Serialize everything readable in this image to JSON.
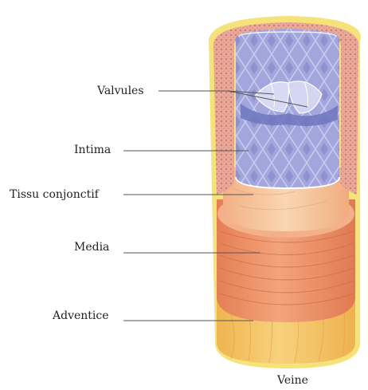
{
  "diagram": {
    "caption": "Veine",
    "layers": [
      {
        "id": "valvules",
        "label": "Valvules"
      },
      {
        "id": "intima",
        "label": "Intima"
      },
      {
        "id": "tissu",
        "label": "Tissu conjonctif"
      },
      {
        "id": "media",
        "label": "Media"
      },
      {
        "id": "adventice",
        "label": "Adventice"
      }
    ],
    "colors": {
      "outer_yellow": "#f6e27a",
      "adventice": "#f3c46a",
      "media": "#ee9a72",
      "tissu": "#f6caa0",
      "intima": "#9ea3d9",
      "intima_dark": "#7c82c6",
      "pink_wall": "#e8a39a",
      "leader_line": "#555555"
    }
  }
}
